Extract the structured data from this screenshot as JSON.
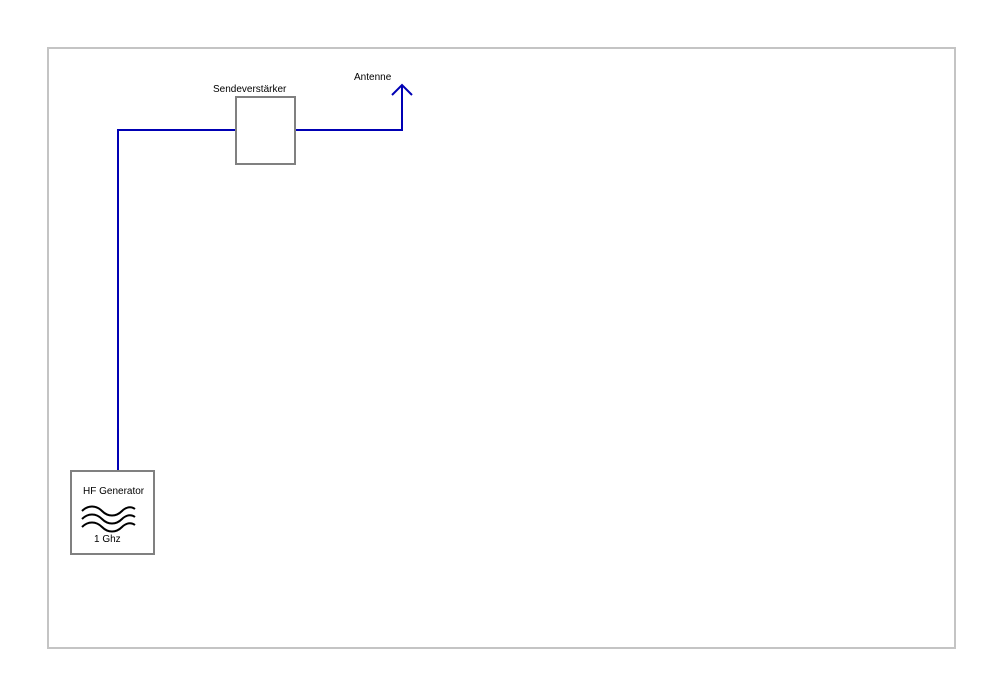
{
  "colors": {
    "wire": "#0000b4",
    "box_border": "#808080",
    "frame_border": "#c4c4c4",
    "text": "#000000"
  },
  "components": {
    "generator": {
      "label": "HF Generator",
      "frequency": "1 Ghz",
      "icon": "sine-wave-icon"
    },
    "amplifier": {
      "label": "Sendeverstärker"
    },
    "antenna": {
      "label": "Antenne",
      "icon": "antenna-icon"
    }
  }
}
